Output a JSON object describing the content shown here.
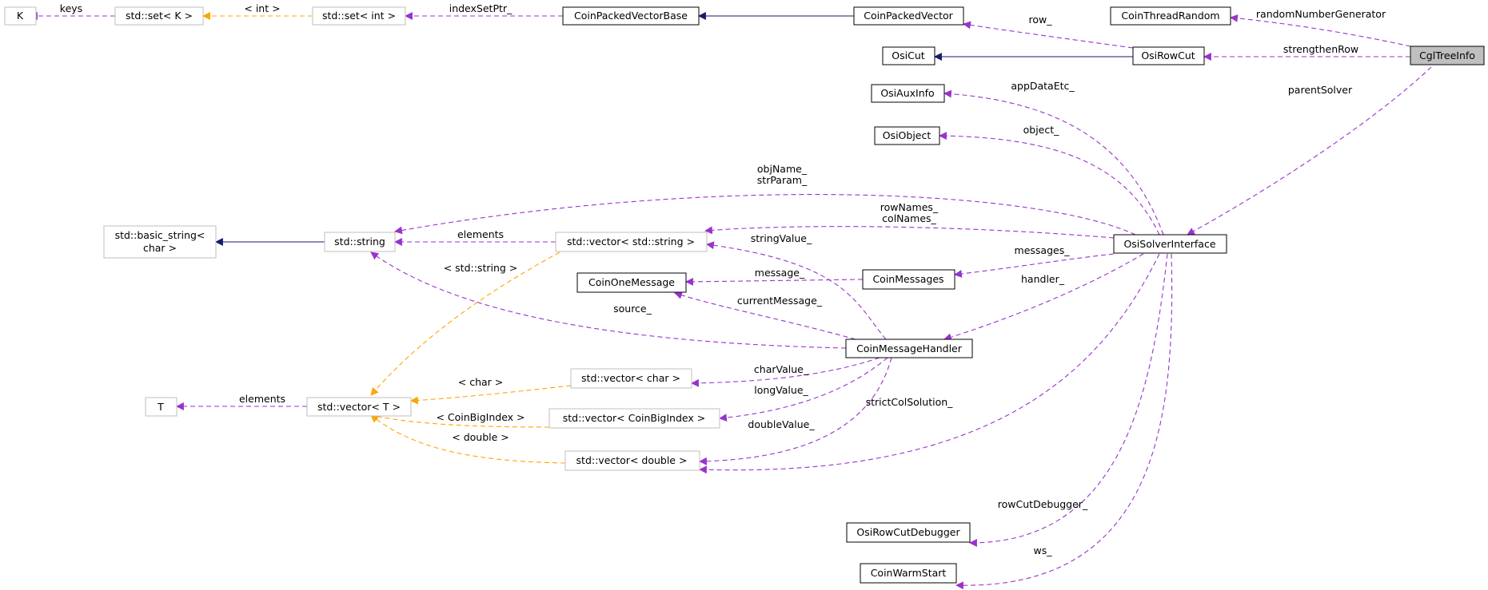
{
  "colors": {
    "member_edge": "#9a32cd",
    "template_edge": "#ffa500",
    "inherit_edge": "#191970",
    "node_border": "#000000",
    "external_border": "#bfbfbf",
    "focus_fill": "#bfbfbf"
  },
  "nodes": {
    "cgl_tree_info": "CglTreeInfo",
    "coin_thread_random": "CoinThreadRandom",
    "coin_packed_vector": "CoinPackedVector",
    "coin_packed_vector_base": "CoinPackedVectorBase",
    "set_int": "std::set< int >",
    "set_k": "std::set< K >",
    "k": "K",
    "osi_row_cut": "OsiRowCut",
    "osi_cut": "OsiCut",
    "osi_aux_info": "OsiAuxInfo",
    "osi_object": "OsiObject",
    "osi_solver_interface": "OsiSolverInterface",
    "basic_string_line1": "std::basic_string<",
    "basic_string_line2": "char >",
    "std_string": "std::string",
    "vector_string": "std::vector< std::string >",
    "coin_one_message": "CoinOneMessage",
    "coin_messages": "CoinMessages",
    "coin_message_handler": "CoinMessageHandler",
    "t": "T",
    "vector_t": "std::vector< T >",
    "vector_char": "std::vector< char >",
    "vector_big_index": "std::vector< CoinBigIndex >",
    "vector_double": "std::vector< double >",
    "osi_row_cut_debugger": "OsiRowCutDebugger",
    "coin_warm_start": "CoinWarmStart"
  },
  "edge_labels": {
    "keys": "keys",
    "int_tpl": "< int >",
    "index_set_ptr": "indexSetPtr_",
    "row": "row_",
    "random_number_generator": "randomNumberGenerator",
    "strengthen_row": "strengthenRow",
    "parent_solver": "parentSolver",
    "app_data_etc": "appDataEtc_",
    "object": "object_",
    "obj_name": "objName_",
    "str_param": "strParam_",
    "row_names": "rowNames_",
    "col_names": "colNames_",
    "elements_str": "elements",
    "string_value": "stringValue_",
    "string_tpl": "< std::string >",
    "messages": "messages_",
    "message": "message_",
    "handler": "handler_",
    "current_message": "currentMessage_",
    "source": "source_",
    "char_value": "charValue_",
    "char_tpl": "< char >",
    "elements_t": "elements",
    "long_value": "longValue_",
    "big_index_tpl": "< CoinBigIndex >",
    "strict_col_solution": "strictColSolution_",
    "double_value": "doubleValue_",
    "double_tpl": "< double >",
    "row_cut_debugger": "rowCutDebugger_",
    "ws": "ws_"
  }
}
